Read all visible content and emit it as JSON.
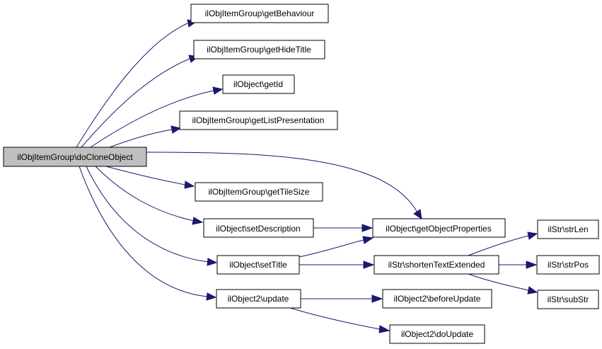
{
  "colors": {
    "edge": "#191970",
    "root_fill": "#bfbfbf",
    "node_fill": "#ffffff",
    "border": "#000000"
  },
  "nodes": [
    {
      "id": "root",
      "label": "ilObjItemGroup\\doCloneObject"
    },
    {
      "id": "gbeh",
      "label": "ilObjItemGroup\\getBehaviour"
    },
    {
      "id": "ght",
      "label": "ilObjItemGroup\\getHideTitle"
    },
    {
      "id": "gid",
      "label": "ilObject\\getId"
    },
    {
      "id": "glp",
      "label": "ilObjItemGroup\\getListPresentation"
    },
    {
      "id": "gts",
      "label": "ilObjItemGroup\\getTileSize"
    },
    {
      "id": "sdesc",
      "label": "ilObject\\setDescription"
    },
    {
      "id": "gop",
      "label": "ilObject\\getObjectProperties"
    },
    {
      "id": "stit",
      "label": "ilObject\\setTitle"
    },
    {
      "id": "ste",
      "label": "ilStr\\shortenTextExtended"
    },
    {
      "id": "slen",
      "label": "ilStr\\strLen"
    },
    {
      "id": "spos",
      "label": "ilStr\\strPos"
    },
    {
      "id": "sub",
      "label": "ilStr\\subStr"
    },
    {
      "id": "upd",
      "label": "ilObject2\\update"
    },
    {
      "id": "bupd",
      "label": "ilObject2\\beforeUpdate"
    },
    {
      "id": "doupd",
      "label": "ilObject2\\doUpdate"
    }
  ],
  "edges": [
    [
      "root",
      "gbeh"
    ],
    [
      "root",
      "ght"
    ],
    [
      "root",
      "gid"
    ],
    [
      "root",
      "glp"
    ],
    [
      "root",
      "gop"
    ],
    [
      "root",
      "gts"
    ],
    [
      "root",
      "sdesc"
    ],
    [
      "root",
      "stit"
    ],
    [
      "root",
      "upd"
    ],
    [
      "sdesc",
      "gop"
    ],
    [
      "stit",
      "gop"
    ],
    [
      "stit",
      "ste"
    ],
    [
      "ste",
      "slen"
    ],
    [
      "ste",
      "spos"
    ],
    [
      "ste",
      "sub"
    ],
    [
      "upd",
      "bupd"
    ],
    [
      "upd",
      "doupd"
    ]
  ]
}
